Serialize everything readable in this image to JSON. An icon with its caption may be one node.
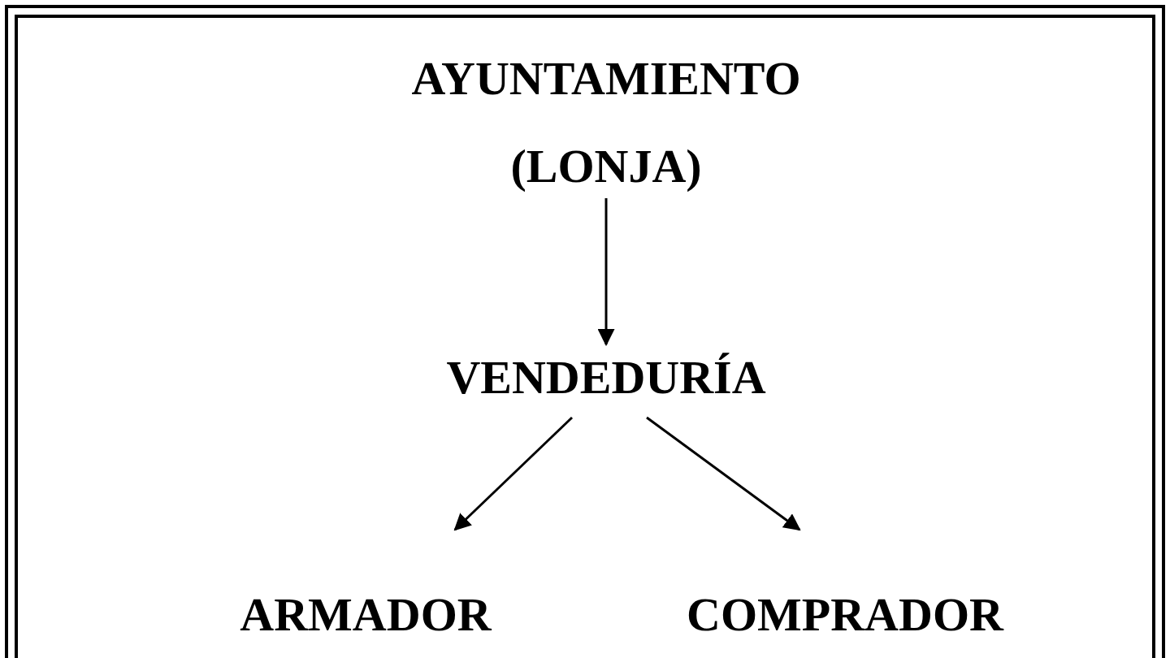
{
  "diagram": {
    "nodes": [
      {
        "text": [
          "AYUNTAMIENTO (LONJA)"
        ]
      },
      {
        "text": [
          "VENDEDURÍA"
        ]
      },
      {
        "text": [
          "ARMADOR"
        ]
      },
      {
        "text": [
          "COMPRADOR"
        ]
      }
    ],
    "edges": [
      {
        "from": 0,
        "to": 1,
        "arrow": "to"
      },
      {
        "from": 1,
        "to": 2,
        "arrow": "to"
      },
      {
        "from": 1,
        "to": 3,
        "arrow": "to"
      }
    ]
  }
}
